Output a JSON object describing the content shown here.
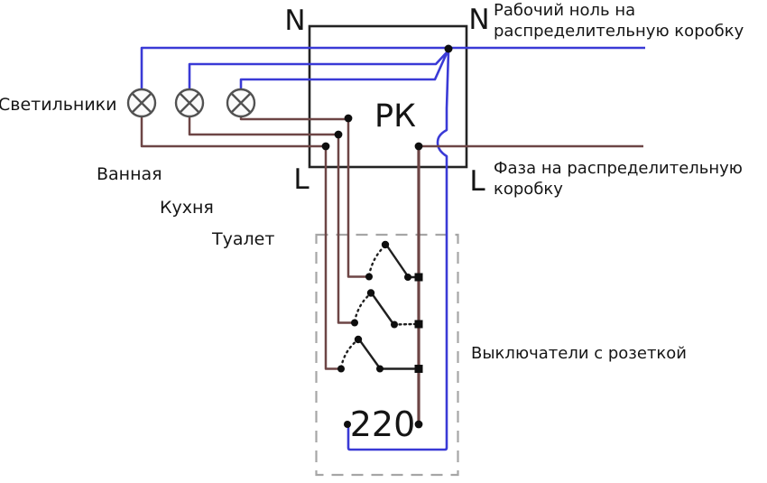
{
  "diagram": {
    "title": "Wiring diagram: switches with socket and distribution box",
    "labels": {
      "n_left": "N",
      "n_right": "N",
      "l_left": "L",
      "l_right": "L",
      "box": "РК",
      "lamps": "Светильники",
      "room_bathroom": "Ванная",
      "room_kitchen": "Кухня",
      "room_toilet": "Туалет",
      "neutral_note_line1": "Рабочий ноль на",
      "neutral_note_line2": "распределительную коробку",
      "phase_note_line1": "Фаза на распределительную",
      "phase_note_line2": "коробку",
      "switch_group": "Выключатели с розеткой",
      "voltage": "220"
    },
    "colors": {
      "neutral_wire": "#3a3ad6",
      "phase_wire": "#6d4545",
      "outline": "#232323",
      "switch_stroke": "#1f1f1f",
      "dashed_box": "#a6a6a6",
      "lamp_stroke": "#525252",
      "lamp_fill": "#fbfbfb",
      "contact": "#0e0e0e"
    }
  }
}
